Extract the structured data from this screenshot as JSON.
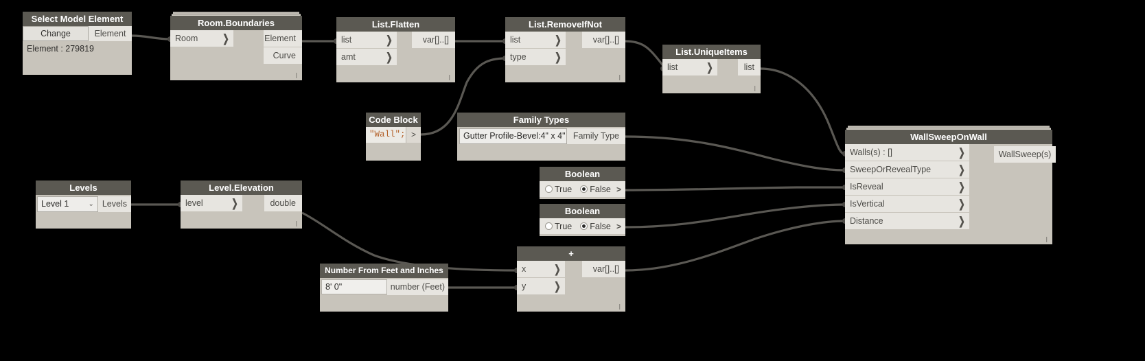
{
  "canvas": {
    "background": "#000000",
    "node_body_color": "#c8c4bb",
    "node_header_color": "#5b5952",
    "port_color": "#e7e5e0",
    "wire_color": "#5a5853",
    "code_text_color": "#b4632c"
  },
  "nodes": {
    "select_model_element": {
      "title": "Select Model Element",
      "button_label": "Change",
      "output_label": "Element",
      "info": "Element : 279819"
    },
    "room_boundaries": {
      "title": "Room.Boundaries",
      "inputs": [
        "Room"
      ],
      "outputs": [
        "Element",
        "Curve"
      ],
      "footer": "l"
    },
    "list_flatten": {
      "title": "List.Flatten",
      "inputs": [
        "list",
        "amt"
      ],
      "outputs": [
        "var[]..[]"
      ],
      "footer": "l"
    },
    "list_removeifnot": {
      "title": "List.RemoveIfNot",
      "inputs": [
        "list",
        "type"
      ],
      "outputs": [
        "var[]..[]"
      ],
      "footer": "l"
    },
    "list_uniqueitems": {
      "title": "List.UniqueItems",
      "inputs": [
        "list"
      ],
      "outputs": [
        "list"
      ],
      "footer": "l"
    },
    "code_block": {
      "title": "Code Block",
      "code": "\"Wall\";",
      "output_label": ">"
    },
    "family_types": {
      "title": "Family Types",
      "selected": "Gutter Profile-Bevel:4\" x 4\"",
      "caret": "⌄",
      "output_label": "Family Type"
    },
    "boolean_1": {
      "title": "Boolean",
      "option_true": "True",
      "option_false": "False",
      "selected": "False",
      "output_label": ">"
    },
    "boolean_2": {
      "title": "Boolean",
      "option_true": "True",
      "option_false": "False",
      "selected": "False",
      "output_label": ">"
    },
    "levels": {
      "title": "Levels",
      "selected": "Level 1",
      "caret": "⌄",
      "output_label": "Levels"
    },
    "level_elevation": {
      "title": "Level.Elevation",
      "inputs": [
        "level"
      ],
      "outputs": [
        "double"
      ],
      "footer": "l"
    },
    "number_from_feet_and_inches": {
      "title": "Number From Feet and Inches",
      "value": "8' 0\"",
      "output_label": "number (Feet)"
    },
    "plus": {
      "title": "+",
      "inputs": [
        "x",
        "y"
      ],
      "outputs": [
        "var[]..[]"
      ],
      "footer": "l"
    },
    "wallsweeponwall": {
      "title": "WallSweepOnWall",
      "inputs": [
        "Walls(s) : []",
        "SweepOrRevealType",
        "IsReveal",
        "IsVertical",
        "Distance"
      ],
      "outputs": [
        "WallSweep(s)"
      ],
      "footer": "l"
    }
  }
}
